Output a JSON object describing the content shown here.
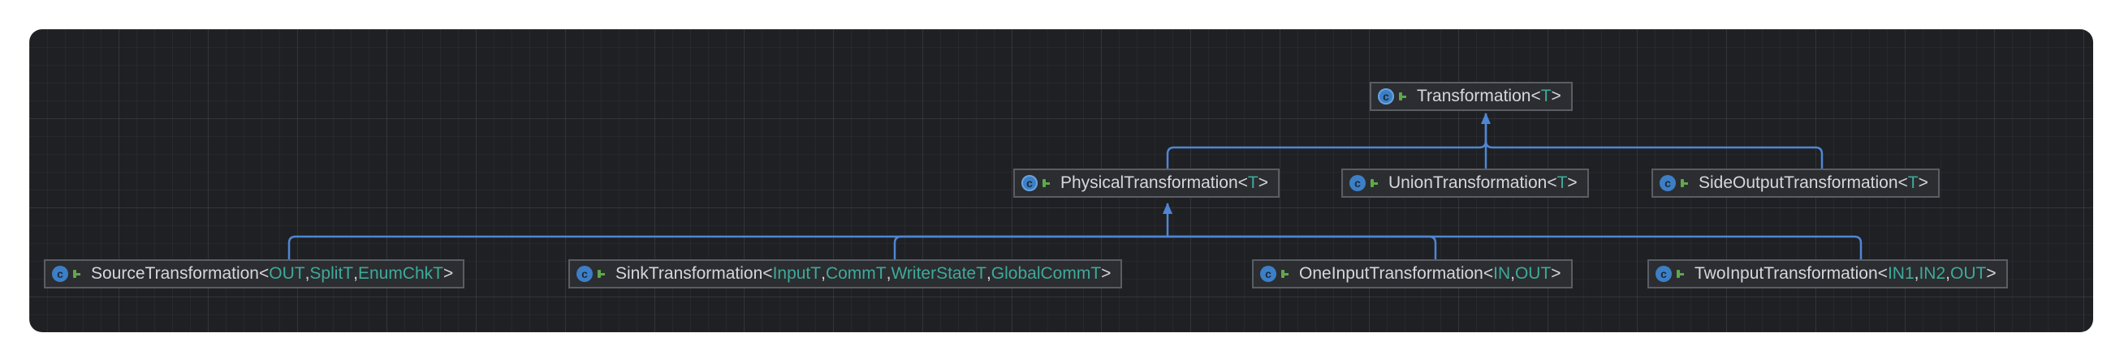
{
  "diagram": {
    "nodes": [
      {
        "id": "transformation",
        "kind": "abstract",
        "kind_icon": "abstract-class-icon",
        "name": "Transformation",
        "type_params": [
          "T"
        ]
      },
      {
        "id": "physical",
        "kind": "abstract",
        "kind_icon": "abstract-class-icon",
        "name": "PhysicalTransformation",
        "type_params": [
          "T"
        ]
      },
      {
        "id": "union",
        "kind": "class",
        "kind_icon": "class-icon",
        "name": "UnionTransformation",
        "type_params": [
          "T"
        ]
      },
      {
        "id": "sideoutput",
        "kind": "class",
        "kind_icon": "class-icon",
        "name": "SideOutputTransformation",
        "type_params": [
          "T"
        ]
      },
      {
        "id": "source",
        "kind": "class",
        "kind_icon": "class-icon",
        "name": "SourceTransformation",
        "type_params": [
          "OUT",
          "SplitT",
          "EnumChkT"
        ]
      },
      {
        "id": "sink",
        "kind": "class",
        "kind_icon": "class-icon",
        "name": "SinkTransformation",
        "type_params": [
          "InputT",
          "CommT",
          "WriterStateT",
          "GlobalCommT"
        ]
      },
      {
        "id": "oneinput",
        "kind": "class",
        "kind_icon": "class-icon",
        "name": "OneInputTransformation",
        "type_params": [
          "IN",
          "OUT"
        ]
      },
      {
        "id": "twoinput",
        "kind": "class",
        "kind_icon": "class-icon",
        "name": "TwoInputTransformation",
        "type_params": [
          "IN1",
          "IN2",
          "OUT"
        ]
      }
    ],
    "edges": [
      {
        "from": "physical",
        "to": "transformation",
        "type": "extends"
      },
      {
        "from": "union",
        "to": "transformation",
        "type": "extends"
      },
      {
        "from": "sideoutput",
        "to": "transformation",
        "type": "extends"
      },
      {
        "from": "source",
        "to": "physical",
        "type": "extends"
      },
      {
        "from": "sink",
        "to": "physical",
        "type": "extends"
      },
      {
        "from": "oneinput",
        "to": "physical",
        "type": "extends"
      },
      {
        "from": "twoinput",
        "to": "physical",
        "type": "extends"
      }
    ],
    "colors": {
      "edge": "#4f86d4",
      "type_param": "#3fa99b",
      "class_name": "#d4d7dc"
    }
  }
}
